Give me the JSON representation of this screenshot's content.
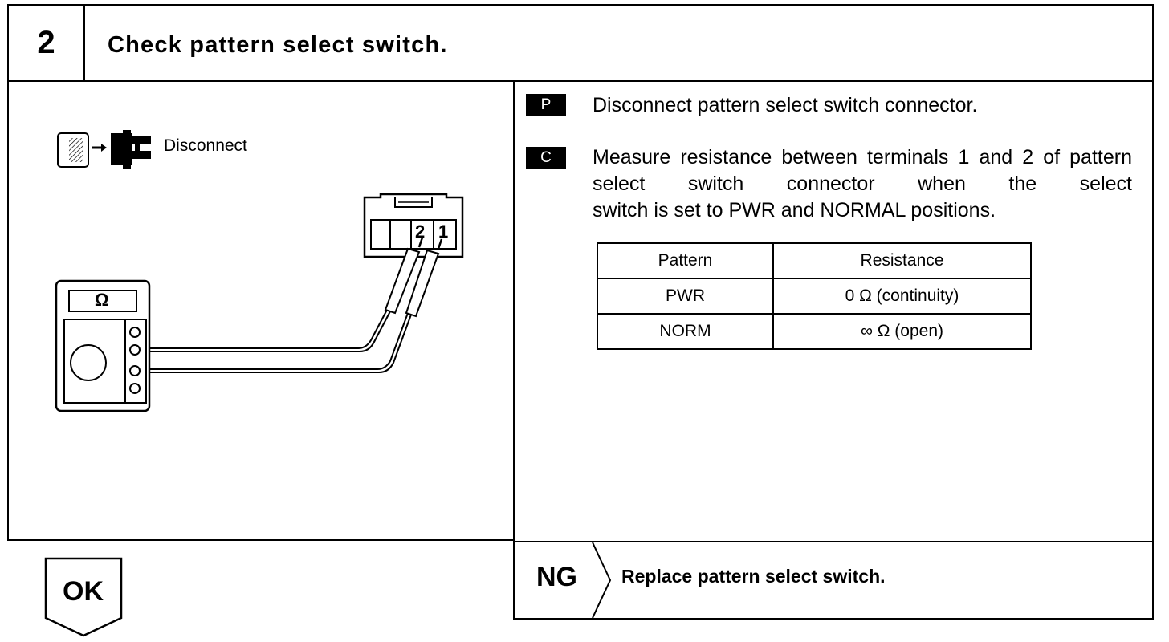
{
  "header": {
    "step_number": "2",
    "title": "Check pattern select switch."
  },
  "diagram": {
    "disconnect_label": "Disconnect",
    "connector_pins": [
      "2",
      "1"
    ],
    "meter_symbol": "Ω",
    "icons": [
      "disconnect-connector-icon",
      "connector-icon",
      "ohmmeter-icon"
    ]
  },
  "instructions": {
    "prepare_tag": "P",
    "prepare_text": "Disconnect pattern select switch connector.",
    "check_tag": "C",
    "check_text_line1": "Measure resistance between terminals 1 and 2 of pattern select switch connector when the select",
    "check_text_line2": "switch is set to PWR and NORMAL positions."
  },
  "table": {
    "headers": [
      "Pattern",
      "Resistance"
    ],
    "rows": [
      [
        "PWR",
        "0 Ω (continuity)"
      ],
      [
        "NORM",
        "∞ Ω (open)"
      ]
    ]
  },
  "results": {
    "ok_label": "OK",
    "ng_label": "NG",
    "ng_action": "Replace pattern select switch."
  }
}
